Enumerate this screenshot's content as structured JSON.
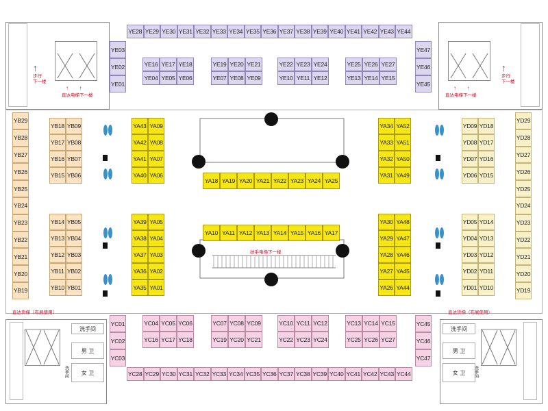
{
  "colors": {
    "ye": "#dcd6ef",
    "yc": "#f5d3e4",
    "yb": "#fbe3c2",
    "yd": "#f8f1c7",
    "ya": "#f5e614",
    "note": "#c8102e",
    "column": "#111111"
  },
  "notes": {
    "walk_down_left": "步行\n下一楼",
    "walk_down_right": "步行\n下一楼",
    "elevator_down_left": "直达电梯下一楼",
    "elevator_down_right": "直达电梯下一楼",
    "escalator_down": "扶手电梯下一楼",
    "service_elevator_left": "直达货梯（布展使用）",
    "service_elevator_right": "直达货梯（布展使用）"
  },
  "rooms": {
    "wash_left": "洗手间",
    "male_left": "男 卫",
    "female_left": "女 卫",
    "wash_side_left": "洗手间",
    "wash_right": "洗手间",
    "male_right": "男 卫",
    "female_right": "女 卫",
    "wash_side_right": "洗手间"
  },
  "booths": {
    "ye_top": [
      "YE28",
      "YE29",
      "YE30",
      "YE31",
      "YE32",
      "YE33",
      "YE34",
      "YE35",
      "YE36",
      "YE37",
      "YE38",
      "YE39",
      "YE40",
      "YE41",
      "YE42",
      "YE43",
      "YE44"
    ],
    "ye_left": [
      "YE03",
      "YE02",
      "YE01"
    ],
    "ye_right": [
      "YE47",
      "YE46",
      "YE45"
    ],
    "ye_g1": [
      "YE16",
      "YE17",
      "YE18",
      "YE04",
      "YE05",
      "YE06"
    ],
    "ye_g2": [
      "YE19",
      "YE20",
      "YE21",
      "YE07",
      "YE08",
      "YE09"
    ],
    "ye_g3": [
      "YE22",
      "YE23",
      "YE24",
      "YE10",
      "YE11",
      "YE12"
    ],
    "ye_g4": [
      "YE25",
      "YE26",
      "YE27",
      "YE13",
      "YE14",
      "YE15"
    ],
    "yb_wall": [
      "YB29",
      "YB28",
      "YB27",
      "YB26",
      "YB25",
      "YB24",
      "YB23",
      "YB22",
      "YB21",
      "YB20",
      "YB19"
    ],
    "yb_upper": [
      "YB18",
      "YB09",
      "YB17",
      "YB08",
      "YB16",
      "YB07",
      "YB15",
      "YB06"
    ],
    "yb_lower": [
      "YB14",
      "YB05",
      "YB13",
      "YB04",
      "YB12",
      "YB03",
      "YB11",
      "YB02",
      "YB10",
      "YB01"
    ],
    "yd_wall": [
      "YD29",
      "YD28",
      "YD27",
      "YD26",
      "YD25",
      "YD24",
      "YD23",
      "YD22",
      "YD21",
      "YD20",
      "YD19"
    ],
    "yd_upper": [
      "YD09",
      "YD18",
      "YD08",
      "YD17",
      "YD07",
      "YD16",
      "YD06",
      "YD15"
    ],
    "yd_lower": [
      "YD05",
      "YD14",
      "YD04",
      "YD13",
      "YD03",
      "YD12",
      "YD02",
      "YD11",
      "YD01",
      "YD10"
    ],
    "ya_left_upper": [
      "YA43",
      "YA09",
      "YA42",
      "YA08",
      "YA41",
      "YA07",
      "YA40",
      "YA06"
    ],
    "ya_left_lower": [
      "YA39",
      "YA05",
      "YA38",
      "YA04",
      "YA37",
      "YA03",
      "YA36",
      "YA02",
      "YA35",
      "YA01"
    ],
    "ya_right_upper": [
      "YA34",
      "YA52",
      "YA33",
      "YA51",
      "YA32",
      "YA50",
      "YA31",
      "YA49"
    ],
    "ya_right_lower": [
      "YA30",
      "YA48",
      "YA29",
      "YA47",
      "YA28",
      "YA46",
      "YA27",
      "YA45",
      "YA26",
      "YA44"
    ],
    "ya_center_top": [
      "YA18",
      "YA19",
      "YA20",
      "YA21",
      "YA22",
      "YA23",
      "YA24",
      "YA25"
    ],
    "ya_center_bottom": [
      "YA10",
      "YA11",
      "YA12",
      "YA13",
      "YA14",
      "YA15",
      "YA16",
      "YA17"
    ],
    "yc_left": [
      "YC01",
      "YC02",
      "YC03"
    ],
    "yc_right": [
      "YC45",
      "YC46",
      "YC47"
    ],
    "yc_g1": [
      "YC04",
      "YC05",
      "YC06",
      "YC16",
      "YC17",
      "YC18"
    ],
    "yc_g2": [
      "YC07",
      "YC08",
      "YC09",
      "YC19",
      "YC20",
      "YC21"
    ],
    "yc_g3": [
      "YC10",
      "YC11",
      "YC12",
      "YC22",
      "YC23",
      "YC24"
    ],
    "yc_g4": [
      "YC13",
      "YC14",
      "YC15",
      "YC25",
      "YC26",
      "YC27"
    ],
    "yc_bottom": [
      "YC28",
      "YC29",
      "YC30",
      "YC31",
      "YC32",
      "YC33",
      "YC34",
      "YC35",
      "YC36",
      "YC37",
      "YC38",
      "YC39",
      "YC40",
      "YC41",
      "YC42",
      "YC43",
      "YC44"
    ]
  }
}
